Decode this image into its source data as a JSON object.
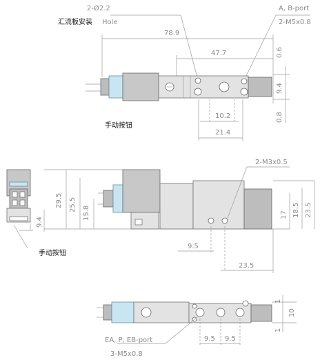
{
  "labels": {
    "manifold_mount": "汇流板安装",
    "manual_button_top": "手动按钮",
    "manual_button_left": "手动按钮"
  },
  "dims": {
    "hole": "2-Ø2.2",
    "hole_word": "Hole",
    "ports_ab": "A, B-port",
    "ports_ab_thread": "2-M5x0.8",
    "len_total": "78.9",
    "len_47": "47.7",
    "v_06": "0.6",
    "v_94": "9.4",
    "v_08": "0.8",
    "w_102": "10.2",
    "w_214": "21.4",
    "thread_m3": "2-M3x0.5",
    "h_295": "29.5",
    "h_255": "25.5",
    "h_158": "15.8",
    "h_94_side": "9.4",
    "h_17": "17",
    "h_185": "18.5",
    "h_235": "23.5",
    "w_95_mid": "9.5",
    "w_235": "23.5",
    "v_1a": "1",
    "v_10": "10",
    "v_1b": "1",
    "port_text": "EA, P, EB-port",
    "w_95a": "9.5",
    "w_95b": "9.5",
    "port_thread": "3-M5x0.8"
  },
  "colors": {
    "dimension": "#8a8a8a",
    "body": "#e3e3e3",
    "connector": "#c8e6f2"
  }
}
